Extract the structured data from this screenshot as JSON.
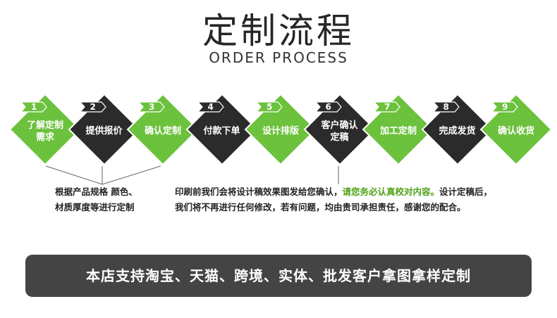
{
  "title": "定制流程",
  "subtitle": "ORDER PROCESS",
  "colors": {
    "green": "#6cc13d",
    "dark": "#2b2b2b",
    "highlight": "#4ea317",
    "banner": "#444444"
  },
  "steps": [
    {
      "num": "1",
      "label": "了解定制\n需求",
      "color": "green"
    },
    {
      "num": "2",
      "label": "提供报价",
      "color": "dark"
    },
    {
      "num": "3",
      "label": "确认定制",
      "color": "green"
    },
    {
      "num": "4",
      "label": "付款下单",
      "color": "dark"
    },
    {
      "num": "5",
      "label": "设计排版",
      "color": "green"
    },
    {
      "num": "6",
      "label": "客户确认\n定稿",
      "color": "dark"
    },
    {
      "num": "7",
      "label": "加工定制",
      "color": "green"
    },
    {
      "num": "8",
      "label": "完成发货",
      "color": "dark"
    },
    {
      "num": "9",
      "label": "确认收货",
      "color": "green"
    }
  ],
  "note_left": {
    "line1": "根据产品规格 颜色、",
    "line2": "材质厚度等进行定制"
  },
  "note_right": {
    "line1_a": "印刷前我们会将设计稿效果图发给您确认，",
    "line1_hl": "请您务必认真校对内容。",
    "line1_b": "设计定稿后，",
    "line2": "我们将不再进行任何修改，若有问题，均由贵司承担责任，感谢您的配合。"
  },
  "banner": "本店支持淘宝、天猫、跨境、实体、批发客户拿图拿样定制"
}
